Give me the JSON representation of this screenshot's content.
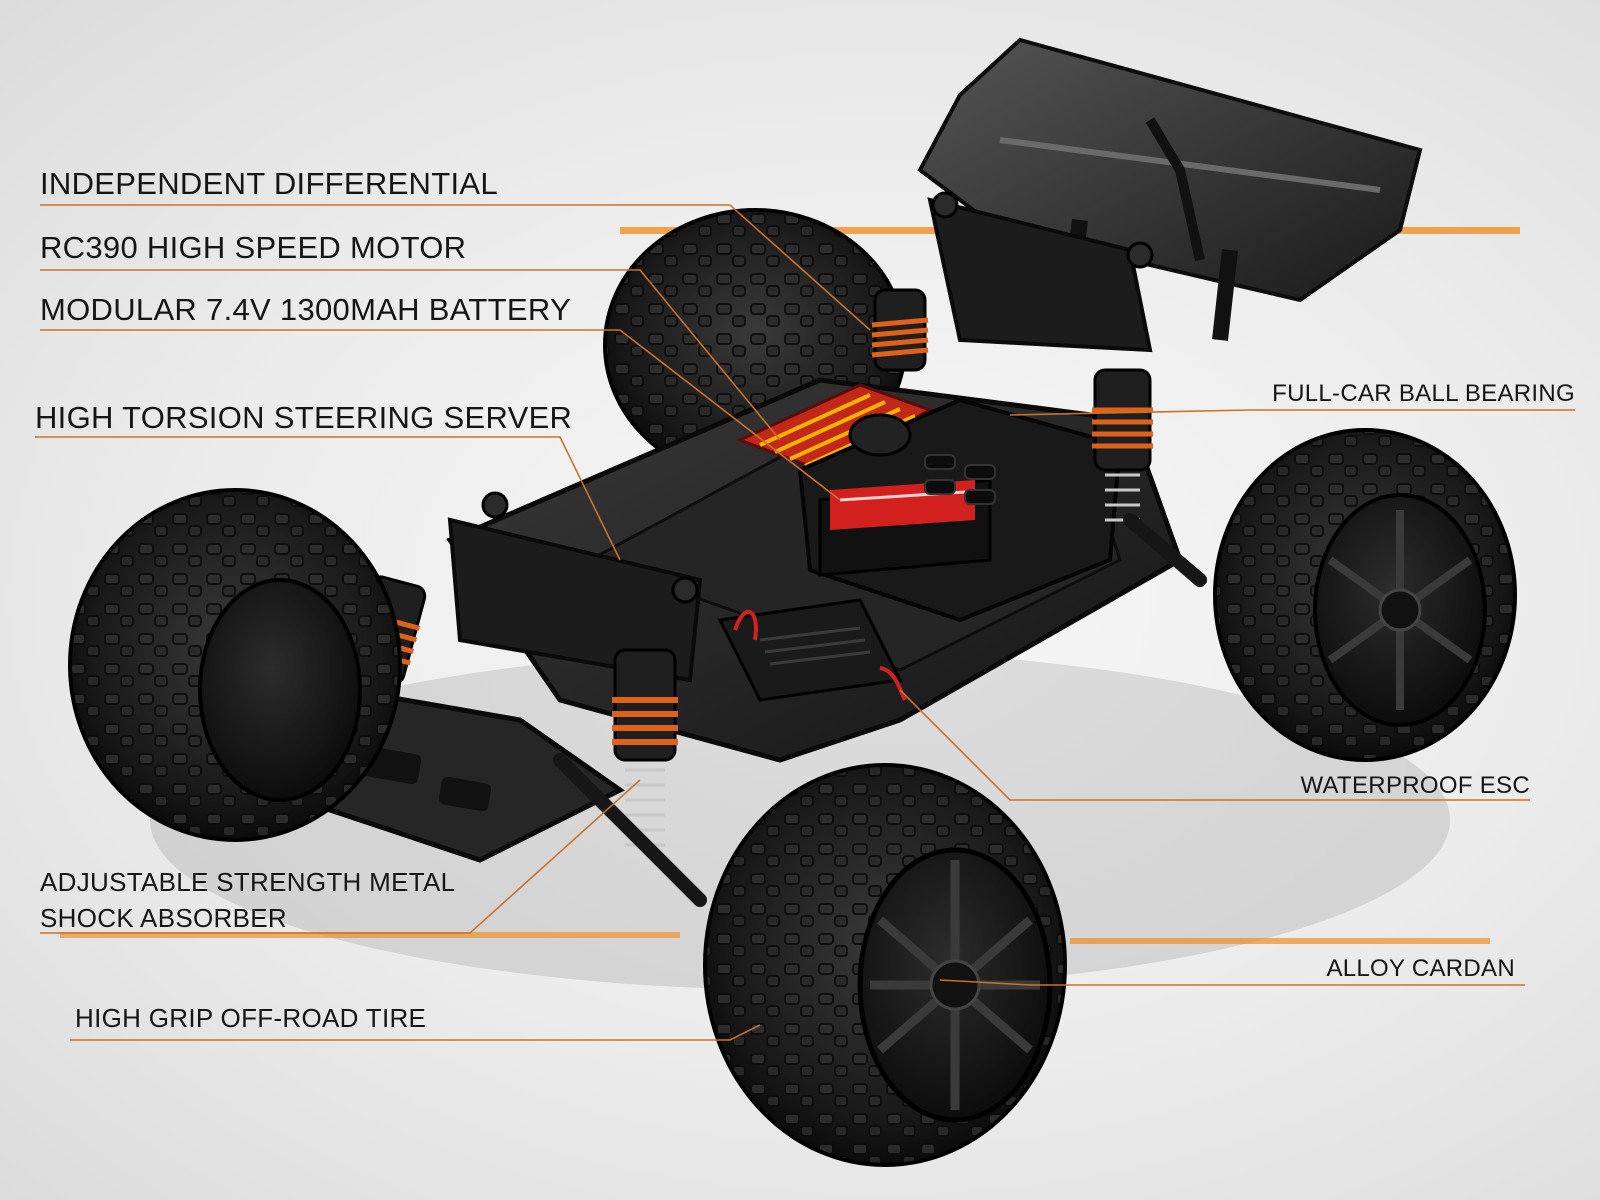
{
  "labels": {
    "independent_differential": "INDEPENDENT DIFFERENTIAL",
    "motor": "RC390 HIGH SPEED MOTOR",
    "battery": "MODULAR 7.4V 1300MAH BATTERY",
    "steering": "HIGH TORSION STEERING SERVER",
    "ball_bearing": "FULL-CAR BALL BEARING",
    "esc": "WATERPROOF ESC",
    "shock_line1": "ADJUSTABLE STRENGTH METAL",
    "shock_line2": "SHOCK ABSORBER",
    "cardan": "ALLOY CARDAN",
    "tire": "HIGH GRIP OFF-ROAD TIRE"
  },
  "colors": {
    "accent_orange": "#f08a1c",
    "leader_line": "#c9722a",
    "chassis": "#1e1e1e",
    "spring": "#e0621a",
    "battery_red": "#d2201e"
  }
}
